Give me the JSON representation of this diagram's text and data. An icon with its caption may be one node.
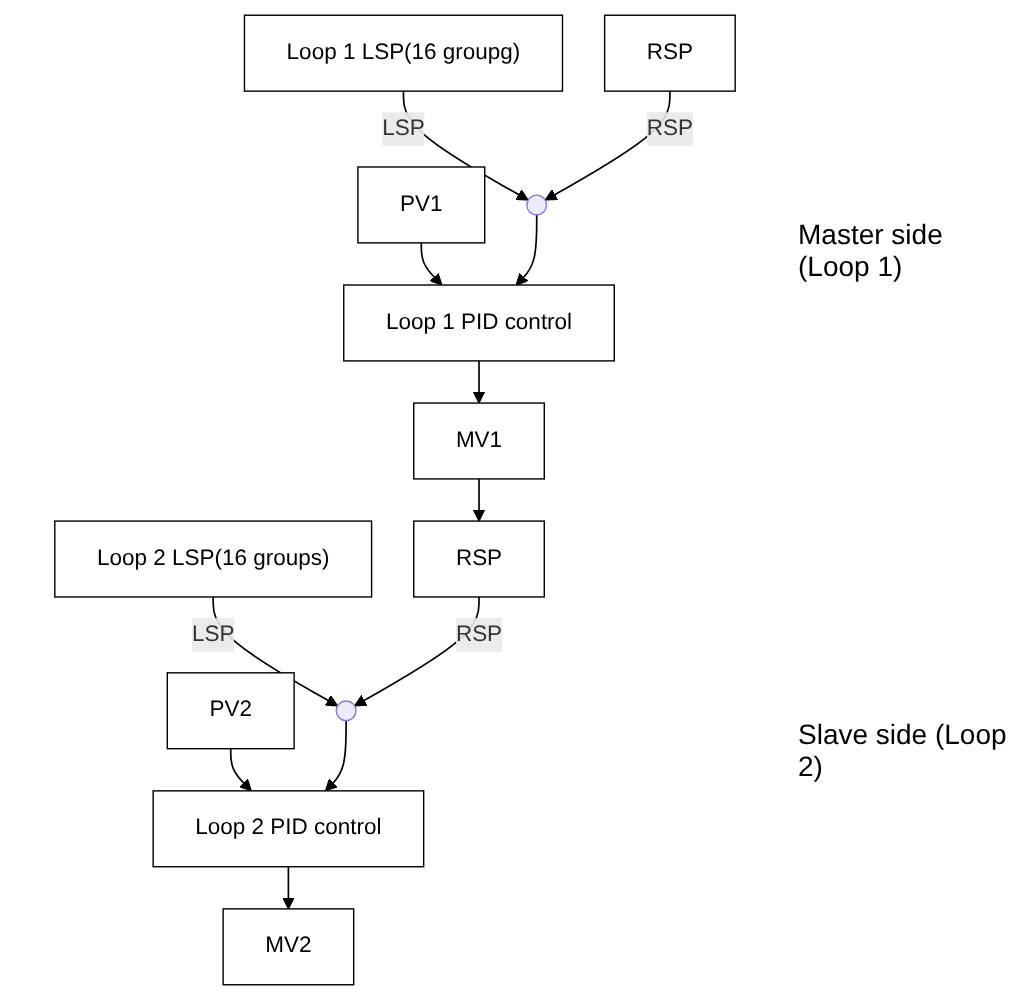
{
  "diagram": {
    "nodes": [
      {
        "text": [
          "PV1"
        ]
      },
      {
        "text": [
          "Loop 1 LSP(16 groupg)"
        ]
      },
      {
        "text": [
          "RSP"
        ]
      },
      {
        "text": [],
        "shape": "switch"
      },
      {
        "text": [
          "Loop 1 PID control"
        ]
      },
      {
        "text": [
          "MV1"
        ]
      },
      {
        "text": [
          "PV2"
        ]
      },
      {
        "text": [
          "Loop 2 LSP(16 groups)"
        ]
      },
      {
        "text": [
          "RSP"
        ]
      },
      {
        "text": [],
        "shape": "switch"
      },
      {
        "text": [
          "Loop 2 PID control"
        ]
      },
      {
        "text": [
          "MV2"
        ]
      }
    ],
    "edges": [
      {
        "from": 0,
        "to": 4,
        "arrow": "to"
      },
      {
        "from": 1,
        "to": 3,
        "arrow": "to",
        "label": "LSP"
      },
      {
        "from": 2,
        "to": 3,
        "arrow": "to",
        "label": "RSP"
      },
      {
        "from": 3,
        "to": 4,
        "arrow": "to"
      },
      {
        "from": 4,
        "to": 5,
        "arrow": "to"
      },
      {
        "from": 5,
        "to": 8,
        "arrow": "to"
      },
      {
        "from": 6,
        "to": 10,
        "arrow": "to"
      },
      {
        "from": 7,
        "to": 9,
        "arrow": "to",
        "label": "LSP"
      },
      {
        "from": 8,
        "to": 9,
        "arrow": "to",
        "label": "RSP"
      },
      {
        "from": 9,
        "to": 10,
        "arrow": "to"
      },
      {
        "from": 10,
        "to": 11,
        "arrow": "to"
      }
    ],
    "labels": [
      "Master side (Loop 1)",
      "Slave side (Loop 2)"
    ]
  }
}
